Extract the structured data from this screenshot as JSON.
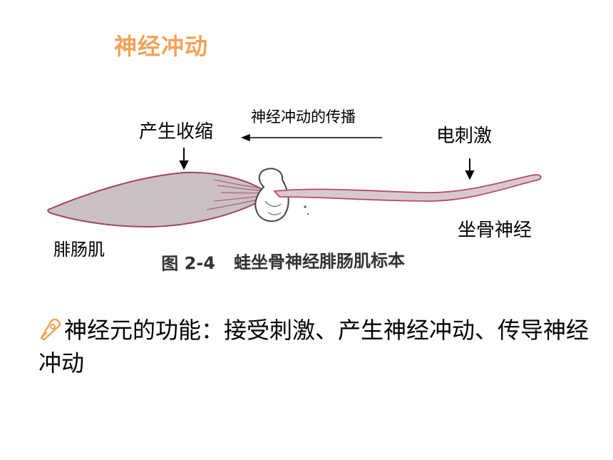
{
  "slide": {
    "title": "神经冲动",
    "title_color": "#f2a25a"
  },
  "figure": {
    "labels": {
      "contraction": "产生收缩",
      "propagation": "神经冲动的传播",
      "stimulus": "电刺激",
      "sciatic_nerve": "坐骨神经",
      "gastrocnemius": "腓肠肌"
    },
    "caption": {
      "number": "图 2-4",
      "text": "蛙坐骨神经腓肠肌标本"
    },
    "colors": {
      "muscle_fill": "#c9c1c3",
      "muscle_stroke": "#a3455e",
      "nerve": "#b84a66"
    }
  },
  "bullet": {
    "icon": "pen-nib-bullet-icon",
    "icon_color": "#f2a25a",
    "text": "神经元的功能：接受刺激、产生神经冲动、传导神经冲动"
  }
}
